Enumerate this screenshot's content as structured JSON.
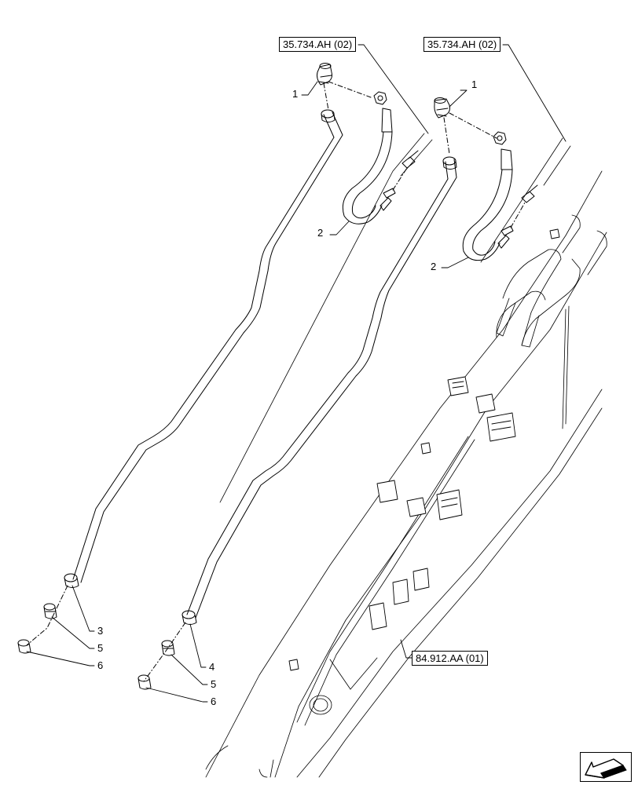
{
  "references": {
    "ref_left": "35.734.AH (02)",
    "ref_right": "35.734.AH (02)",
    "ref_bottom": "84.912.AA (01)"
  },
  "callouts": {
    "c1_left": "1",
    "c1_right": "1",
    "c2_left": "2",
    "c2_right": "2",
    "c3": "3",
    "c4": "4",
    "c5_left": "5",
    "c5_right": "5",
    "c6_left": "6",
    "c6_right": "6"
  },
  "navigation": {
    "icon": "arrow-icon"
  }
}
